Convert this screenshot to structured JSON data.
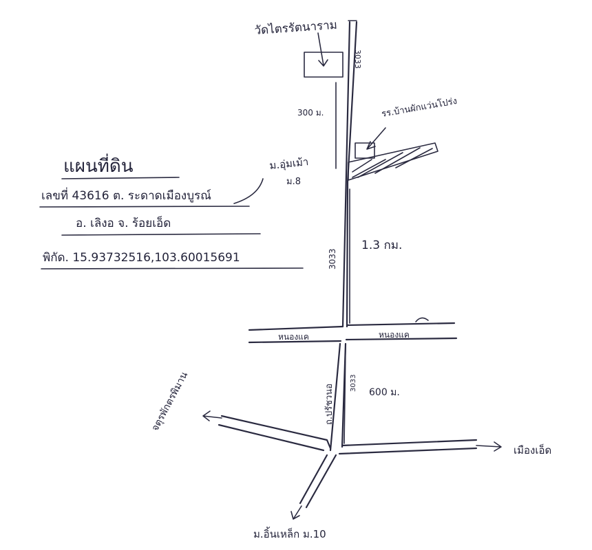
{
  "colors": {
    "ink": "#2a2a40",
    "paper": "#ffffff"
  },
  "legend": {
    "title": "แผนที่ดิน",
    "line1": "เลขที่ 43616 ต. ระดาดเมืองบูรณ์",
    "line2": "อ. เลิงอ จ. ร้อยเอ็ด",
    "line3": "พิกัด. 15.93732516,103.60015691"
  },
  "labels": {
    "temple": "วัดไตรรัตนาราม",
    "school": "รร.บ้านผักแว่นโปร่ง",
    "village": "ม.อุ่มเม้า",
    "village_sub": "ม.8",
    "dist_300": "300 ม.",
    "dist_13": "1.3 กม.",
    "dist_600": "600 ม.",
    "road_top": "3033",
    "road_mid": "3033",
    "road_low": "3033",
    "road_name": "ถ.ปรัชวนอ",
    "canal_left": "หนองแค",
    "canal_right": "หนองแค",
    "to_left": "จตุรพักตรพิมาน",
    "to_right": "เมืองเอ็ด",
    "to_bottom": "ม.อิ้นเหล็ก ม.10"
  }
}
